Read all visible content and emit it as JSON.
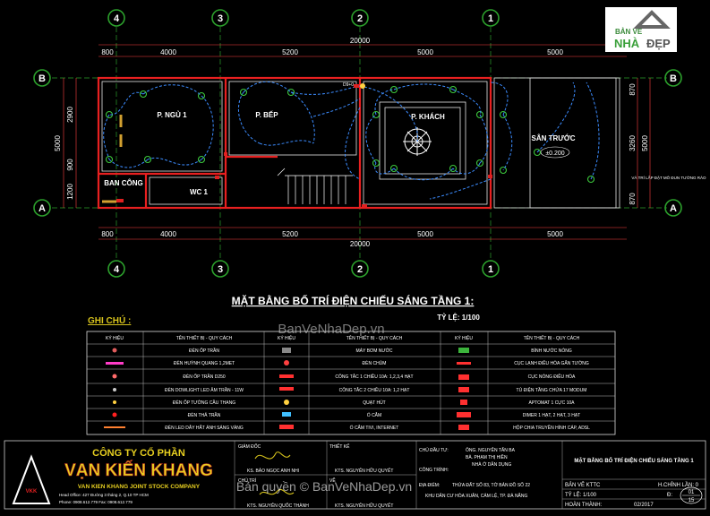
{
  "watermark_logo": {
    "brand_top": "BẢN VẼ",
    "brand_main": "NHÀ",
    "brand_right": "ĐẸP"
  },
  "grid": {
    "top_axes": [
      "4",
      "3",
      "2",
      "1"
    ],
    "bottom_axes": [
      "4",
      "3",
      "2",
      "1"
    ],
    "side_axes": [
      "B",
      "A"
    ]
  },
  "dims": {
    "total": "20000",
    "left_edge": "800",
    "spans": [
      "4000",
      "5200",
      "5000",
      "5000"
    ],
    "left_vertical": [
      "2900",
      "900",
      "1200"
    ],
    "left_total": "5000",
    "right_vertical": [
      "870",
      "3260",
      "870"
    ],
    "right_total": "5000"
  },
  "rooms": {
    "bedroom": "P. NGỦ 1",
    "kitchen": "P. BẾP",
    "living": "P. KHÁCH",
    "balcony": "BAN CÔNG",
    "toilet": "WC 1",
    "front_porch": "SÂN TRƯỚC",
    "level": "±0.200",
    "door_tag": "D9+0",
    "ref_note": "VÀ TRÍ LẮP ĐẶT MÔ ĐUN TƯỜNG RÀO"
  },
  "drawing_title": "MẶT BẰNG BỐ TRÍ ĐIỆN CHIẾU SÁNG TẦNG 1:",
  "scale": "TỶ LỆ: 1/100",
  "site_watermark": "BanVeNhaDep.vn",
  "notes_title": "GHI CHÚ :",
  "legend": {
    "headers": [
      "KÝ HIỆU",
      "TÊN THIẾT BỊ - QUY CÁCH",
      "KÝ HIỆU",
      "TÊN THIẾT BỊ - QUY CÁCH",
      "KÝ HIỆU",
      "TÊN THIẾT BỊ - QUY CÁCH"
    ],
    "rows": [
      [
        "ĐÈN ỐP TRẦN",
        "MÁY BƠM NƯỚC",
        "BÌNH NƯỚC NÓNG"
      ],
      [
        "ĐÈN HUỲNH QUANG 1,2MET",
        "ĐÈN CHÙM",
        "CỤC LẠNH ĐIỀU HÒA GẮN TƯỜNG"
      ],
      [
        "ĐÈN ỐP TRẦN D250",
        "CÔNG TẮC 1 CHIỀU 10A: 1,2,3,4 HẠT",
        "CỤC NÓNG ĐIỀU HÒA"
      ],
      [
        "ĐÈN DOWLIGHT LED ÂM TRẦN - 11W",
        "CÔNG TẮC 2 CHIỀU 10A: 1,2 HẠT",
        "TỦ ĐIỆN TẦNG CHỨA 17 MODUM"
      ],
      [
        "ĐÈN ỐP TƯỜNG CẦU THANG",
        "QUẠT HÚT",
        "APTOMAT 1 CỰC 10A"
      ],
      [
        "ĐÈN THẢ TRẦN",
        "Ổ CẮM",
        "DIMER 1 HẠT, 2 HẠT, 3 HẠT"
      ],
      [
        "ĐÈN LED DÂY HẮT ÁNH SÁNG VÀNG",
        "Ổ CẮM TIVI, INTERNET",
        "HỘP CHIA TRUYỀN HÌNH CÁP, ADSL"
      ]
    ],
    "colors": [
      "#e05c5c",
      "#ff3cc8",
      "#ff6a6a",
      "#c8c8c8",
      "#ffd040",
      "#ff2020",
      "#ff8030"
    ]
  },
  "title_block": {
    "company": "CÔNG TY CỔ PHẦN",
    "brand": "VẠN KIẾN KHANG",
    "brand_en": "VAN KIEN KHANG JOINT STOCK COMPANY",
    "address": "Head Office: 427 Đường 3 tháng 2, Q.10 TP HCM",
    "phone": "Phone: 0908.612.779   Fax: 0908.612.779",
    "logo_mark": "VKK",
    "director_label": "GIÁM ĐỐC",
    "director_name": "KS. BẢO NGỌC ANH NHI",
    "checker_label": "CHỦ TRÌ",
    "checker_name": "KTS. NGUYỄN QUỐC THÀNH",
    "design_label": "THIẾT KẾ",
    "designer": "KTS. NGUYỄN HỮU QUYẾT",
    "draw_label": "VẼ",
    "drawer": "KTS. NGUYỄN HỮU QUYẾT",
    "owner_label": "CHỦ ĐẦU TƯ:",
    "owner": "ÔNG. NGUYỄN TẤN BA",
    "owner2": "BÀ. PHẠM THỊ HIỀN",
    "project_label": "CÔNG TRÌNH:",
    "project": "NHÀ Ở DÂN DỤNG",
    "address_label": "ĐỊA ĐIỂM:",
    "site": "THỬA ĐẤT SỐ 83, TỜ BẢN ĐỒ SỐ 22",
    "site2": "KHU DÂN CƯ HÒA XUÂN, CẨM LỆ, TP. ĐÀ NẴNG",
    "sheet_title": "MẶT BẰNG BỐ TRÍ ĐIỆN CHIẾU SÁNG TẦNG 1",
    "sheet_code_label": "BẢN VẼ KTTC",
    "revision_label": "H.CHỈNH LẦN: 0",
    "scale_label": "TỶ LỆ: 1/100",
    "date_label": "HOÀN THÀNH:",
    "date": "02/2017",
    "sheet_no_label": "Đ:",
    "sheet_no": "01",
    "sheet_total": "15"
  },
  "bottom_watermark": "Bản quyền © BanVeNhaDep.vn"
}
